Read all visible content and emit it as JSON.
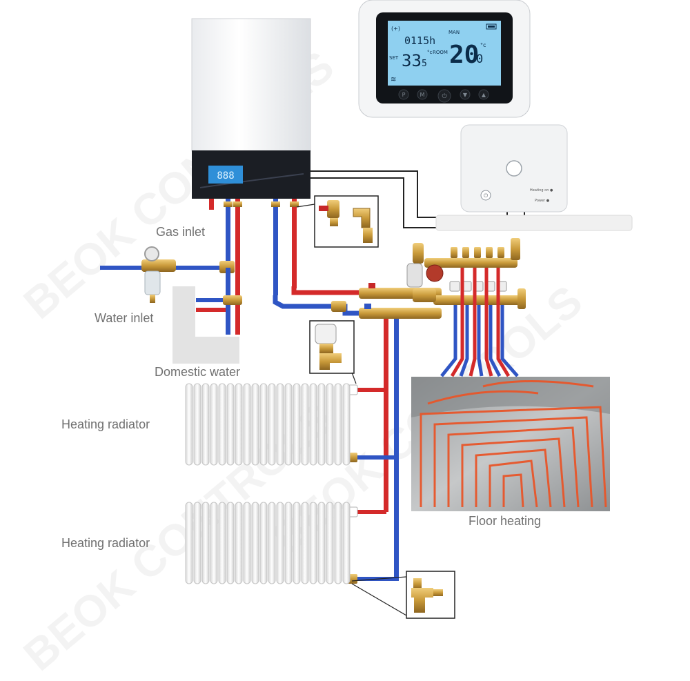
{
  "labels": {
    "gas_inlet": "Gas inlet",
    "water_inlet": "Water inlet",
    "domestic_water": "Domestic water",
    "heating_radiator_1": "Heating radiator",
    "heating_radiator_2": "Heating radiator",
    "floor_heating": "Floor heating"
  },
  "thermostat": {
    "time": "0115h",
    "mode": "MAN",
    "set_label": "SET",
    "set_temp_int": "33",
    "set_temp_dec": "5",
    "unit": "°c",
    "room_label": "ROOM",
    "room_temp_int": "20",
    "room_temp_dec": "0",
    "buttons": [
      "P",
      "M",
      "⏻",
      "▼",
      "▲"
    ]
  },
  "boiler": {
    "display": "888"
  },
  "receiver": {
    "heating_on": "Heating on ●",
    "power": "Power ●"
  },
  "watermark": "BEOK CONTROLS",
  "colors": {
    "hot_pipe": "#d42a2a",
    "cold_pipe": "#2f55c4",
    "brass": "#c99a3a",
    "floor_tube": "#e8562a",
    "lcd": "#8fd0f0"
  }
}
